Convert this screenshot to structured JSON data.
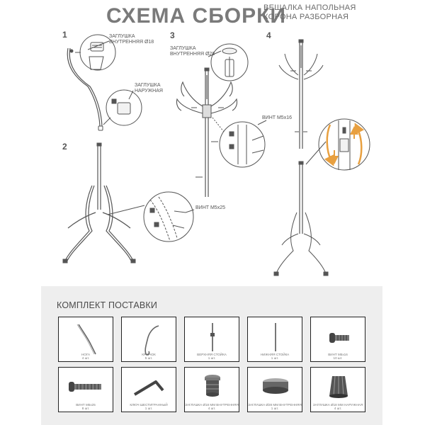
{
  "header": {
    "title": "СХЕМА СБОРКИ",
    "subtitle_line1": "ВЕШАЛКА НАПОЛЬНАЯ",
    "subtitle_line2": "КОРОНА РАЗБОРНАЯ"
  },
  "steps": [
    {
      "number": "1",
      "callouts": [
        {
          "line1": "ЗАГЛУШКА",
          "line2": "ВНУТРЕННЯЯ Ø18"
        },
        {
          "line1": "ЗАГЛУШКА",
          "line2": "НАРУЖНАЯ"
        }
      ]
    },
    {
      "number": "2",
      "callouts": [
        {
          "line1": "ВИНТ М5х25"
        }
      ]
    },
    {
      "number": "3",
      "callouts": [
        {
          "line1": "ЗАГЛУШКА",
          "line2": "ВНУТРЕННЯЯ Ø28"
        },
        {
          "line1": "ВИНТ М5х16"
        }
      ]
    },
    {
      "number": "4"
    }
  ],
  "kit": {
    "title": "КОМПЛЕКТ ПОСТАВКИ",
    "items": [
      {
        "label": "НОГА",
        "qty": "4 шт.",
        "icon": "leg-icon"
      },
      {
        "label": "КРЮЧОК",
        "qty": "5 шт.",
        "icon": "hook-icon"
      },
      {
        "label": "ВЕРХНЯЯ СТОЙКА",
        "qty": "1 шт.",
        "icon": "upper-rack-icon"
      },
      {
        "label": "НИЖНЯЯ СТОЙКА",
        "qty": "1 шт.",
        "icon": "lower-rack-icon"
      },
      {
        "label": "ВИНТ М5х16",
        "qty": "10 шт.",
        "icon": "screw-short-icon"
      },
      {
        "label": "ВИНТ М5х25",
        "qty": "8 шт.",
        "icon": "screw-long-icon"
      },
      {
        "label": "КЛЮЧ ШЕСТИГРАННЫЙ",
        "qty": "1 шт.",
        "icon": "hex-key-icon"
      },
      {
        "label": "ЗАГЛУШКА Ø18 ММ ВНУТРЕННЯЯ",
        "qty": "4 шт.",
        "icon": "plug-18-icon"
      },
      {
        "label": "ЗАГЛУШКА Ø28 ММ ВНУТРЕННЯЯ",
        "qty": "1 шт.",
        "icon": "plug-28-icon"
      },
      {
        "label": "ЗАГЛУШКА Ø18 ММ НАРУЖНАЯ",
        "qty": "4 шт.",
        "icon": "cap-18-icon"
      }
    ]
  },
  "colors": {
    "accent_arrow": "#e8a040",
    "kit_background": "#eeeeee",
    "line": "#555555"
  }
}
